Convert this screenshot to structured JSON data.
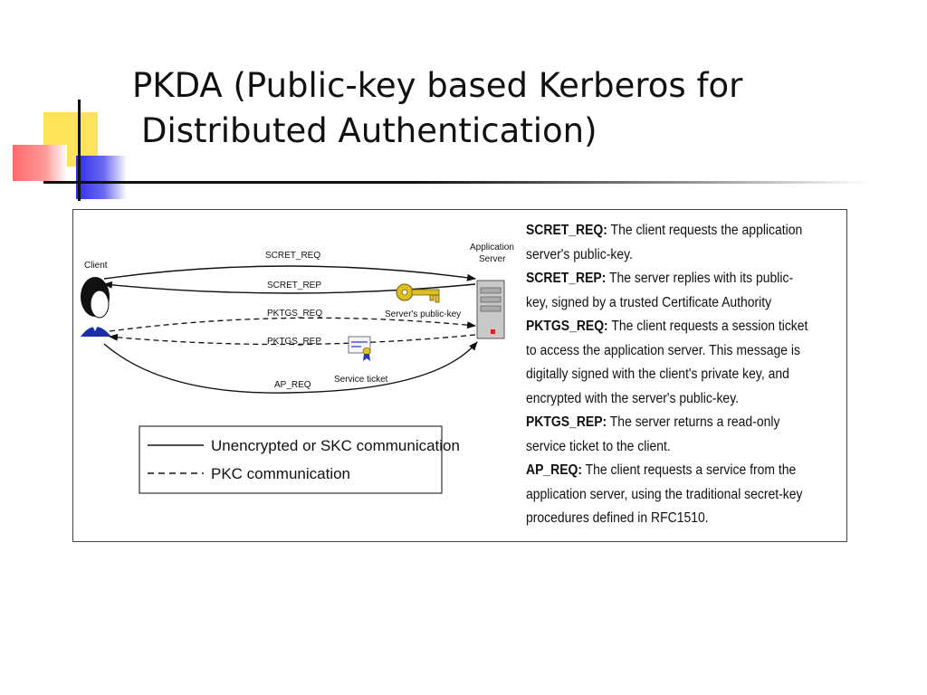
{
  "slide": {
    "title_line1": "PKDA (Public-key based Kerberos for",
    "title_line2": "Distributed Authentication)"
  },
  "diagram": {
    "client_label": "Client",
    "server_label_line1": "Application",
    "server_label_line2": "Server",
    "key_label": "Server's public-key",
    "ticket_label": "Service ticket",
    "messages": [
      {
        "label": "SCRET_REQ",
        "style": "solid"
      },
      {
        "label": "SCRET_REP",
        "style": "solid"
      },
      {
        "label": "PKTGS_REQ",
        "style": "dashed"
      },
      {
        "label": "PKTGS_REP",
        "style": "dashed"
      },
      {
        "label": "AP_REQ",
        "style": "solid"
      }
    ],
    "legend": [
      {
        "style": "solid",
        "label": "Unencrypted or SKC communication"
      },
      {
        "style": "dashed",
        "label": "PKC communication"
      }
    ]
  },
  "descriptions": [
    {
      "term": "SCRET_REQ:",
      "text": "The client requests the application server's public-key."
    },
    {
      "term": "SCRET_REP:",
      "text": "The server replies with its public-key, signed by a trusted Certificate Authority"
    },
    {
      "term": "PKTGS_REQ:",
      "text": "The client requests a session ticket to access the application server. This message is digitally signed with the client's private key, and encrypted with the server's public-key."
    },
    {
      "term": "PKTGS_REP:",
      "text": "The server returns a read-only service ticket to the client."
    },
    {
      "term": "AP_REQ:",
      "text": "The client requests a service from the application server, using the traditional secret-key procedures defined in RFC1510."
    }
  ],
  "colors": {
    "deco_yellow": "#fde35a",
    "deco_red": "#ff6b6b",
    "deco_blue": "#2d2de8",
    "key_gold": "#e0c020",
    "server_led": "#e02020"
  },
  "icons": [
    "client-person-icon",
    "application-server-icon",
    "key-icon",
    "service-ticket-icon"
  ]
}
